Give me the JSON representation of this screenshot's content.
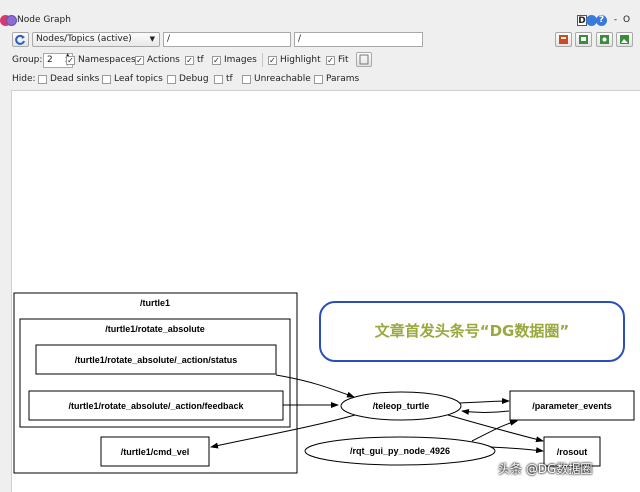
{
  "window": {
    "title": "Node Graph",
    "dc_button": "D",
    "minimize": "-",
    "close": "O"
  },
  "toolbar": {
    "graph_mode": "Nodes/Topics (active)",
    "ns_filter": "/",
    "topic_filter": "/"
  },
  "options": {
    "group_label": "Group:",
    "group_value": "2",
    "namespaces_label": "Namespaces",
    "actions_label": "Actions",
    "tf_label": "tf",
    "images_label": "Images",
    "highlight_label": "Highlight",
    "fit_label": "Fit",
    "check_mark": "✓"
  },
  "hide": {
    "label": "Hide:",
    "dead_sinks": "Dead sinks",
    "leaf_topics": "Leaf topics",
    "debug": "Debug",
    "tf": "tf",
    "unreachable": "Unreachable",
    "params": "Params"
  },
  "graph": {
    "cluster_outer": "/turtle1",
    "cluster_inner": "/turtle1/rotate_absolute",
    "topic_status": "/turtle1/rotate_absolute/_action/status",
    "topic_feedback": "/turtle1/rotate_absolute/_action/feedback",
    "topic_cmd_vel": "/turtle1/cmd_vel",
    "node_teleop": "/teleop_turtle",
    "node_rqt": "/rqt_gui_py_node_4926",
    "topic_param_events": "/parameter_events",
    "topic_rosout": "/rosout"
  },
  "overlay": {
    "banner": "文章首发头条号“DG数据圈”",
    "watermark": "头条 @DG数据圈"
  },
  "colors": {
    "banner_border": "#2b4fb8",
    "banner_text": "#9aa83c"
  }
}
